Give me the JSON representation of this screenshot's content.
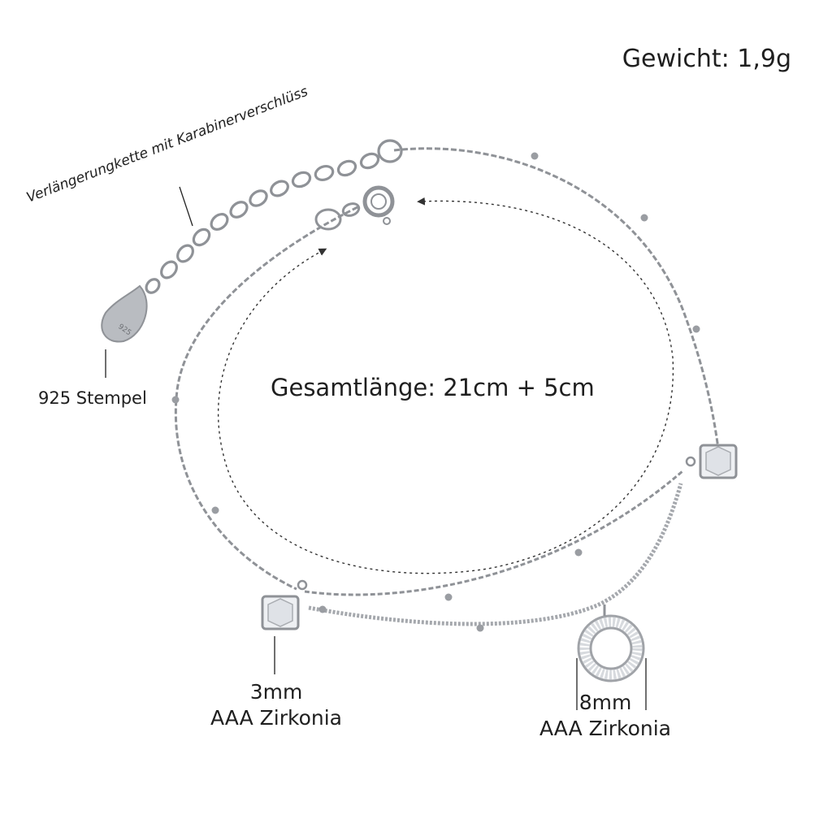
{
  "labels": {
    "weight": "Gewicht: 1,9g",
    "total_length": "Gesamtlänge: 21cm + 5cm",
    "extension": "Verlängerungkette mit Karabinerverschlüss",
    "stamp": "925 Stempel",
    "stone_small_size": "3mm",
    "stone_small_type": "AAA Zirkonia",
    "stone_large_size": "8mm",
    "stone_large_type": "AAA Zirkonia"
  },
  "stamp_tag_text": "925",
  "colors": {
    "background": "#ffffff",
    "silver": "#8f9297",
    "silver_light": "#c9ccd1",
    "text": "#1f1f1f"
  }
}
